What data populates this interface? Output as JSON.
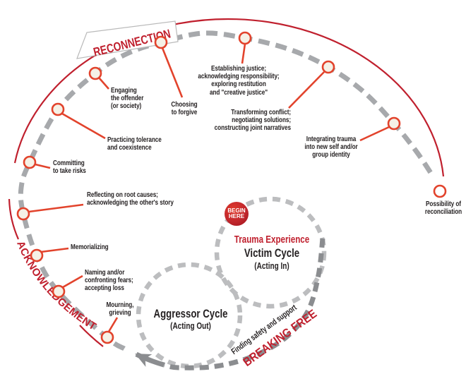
{
  "stages": {
    "reconnection": "RECONNECTION",
    "acknowledgement": "ACKNOWLEDGEMENT",
    "breaking_free": "BREAKING FREE"
  },
  "path_label": "Finding safety and support",
  "begin_badge": {
    "line1": "BEGIN",
    "line2": "HERE"
  },
  "cycles": {
    "victim": {
      "experience": "Trauma Experience",
      "title": "Victim Cycle",
      "subtitle": "(Acting In)"
    },
    "aggressor": {
      "title": "Aggressor Cycle",
      "subtitle": "(Acting Out)"
    }
  },
  "nodes": [
    {
      "id": "mourning",
      "label": "Mourning,\ngrieving"
    },
    {
      "id": "naming",
      "label": "Naming and/or\nconfronting fears;\naccepting loss"
    },
    {
      "id": "memorializing",
      "label": "Memorializing"
    },
    {
      "id": "reflecting",
      "label": "Reflecting on root causes;\nacknowledging the other's story"
    },
    {
      "id": "committing",
      "label": "Committing\nto take risks"
    },
    {
      "id": "practicing",
      "label": "Practicing tolerance\nand coexistence"
    },
    {
      "id": "engaging",
      "label": "Engaging\nthe offender\n(or society)"
    },
    {
      "id": "choosing",
      "label": "Choosing\nto forgive"
    },
    {
      "id": "establishing",
      "label": "Establishing justice;\nacknowledging responsibility;\nexploring restitution\nand \"creative justice\""
    },
    {
      "id": "transforming",
      "label": "Transforming conflict;\nnegotiating solutions;\nconstructing joint narratives"
    },
    {
      "id": "integrating",
      "label": "Integrating trauma\ninto new self and/or\ngroup identity"
    },
    {
      "id": "possibility",
      "label": "Possibility of\nreconciliation"
    }
  ],
  "colors": {
    "crimson": "#c0202e",
    "orange_red": "#e2432c",
    "node_fill": "#f5f1e6",
    "spiral_gray": "#a7a9ac",
    "circle_gray": "#bcbdbf",
    "dark_gray": "#8b8d90",
    "text_black": "#231f20",
    "badge_red": "#c1272d",
    "banner_border": "#b9b9b9"
  }
}
